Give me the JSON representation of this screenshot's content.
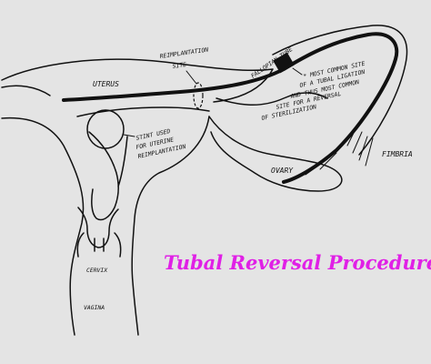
{
  "diagram": {
    "title": "Tubal Reversal Procedure",
    "labels": {
      "uterus": "UTERUS",
      "reimplantation_site_1": "REIMPLANTATION",
      "reimplantation_site_2": "SITE",
      "fallopian_tube": "FALLOPIAN TUBE",
      "ligation_site": [
        "* MOST COMMON SITE",
        "OF A TUBAL LIGATION",
        "AND THUS MOST COMMON",
        "SITE FOR A REVERSAL",
        "OF STERILIZATION"
      ],
      "stint": [
        "STINT USED",
        "FOR UTERINE",
        "REIMPLANTATION"
      ],
      "ovary": "OVARY",
      "fimbria": "FIMBRIA",
      "cervix": "CERVIX",
      "vagina": "VAGINA"
    },
    "colors": {
      "background": "#e4e4e4",
      "ink": "#111111",
      "title": "#e020e6"
    }
  }
}
